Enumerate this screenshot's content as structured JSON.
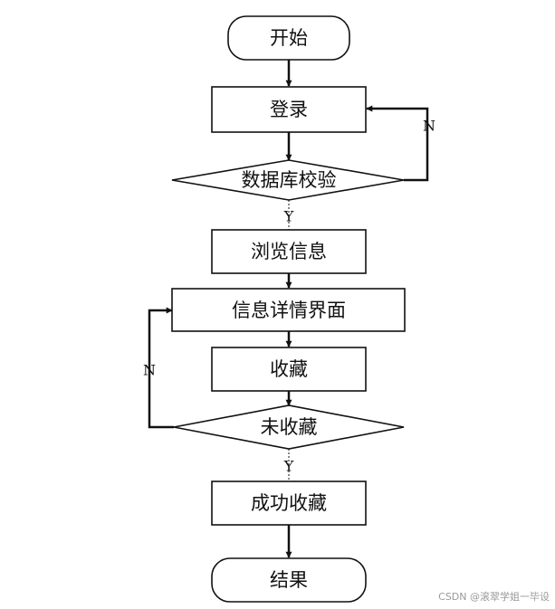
{
  "nodes": {
    "start": "开始",
    "login": "登录",
    "db_check": "数据库校验",
    "browse": "浏览信息",
    "detail": "信息详情界面",
    "collect": "收藏",
    "not_collected": "未收藏",
    "success": "成功收藏",
    "end": "结果"
  },
  "edges": {
    "db_check_no": "N",
    "db_check_yes": "Y",
    "not_collected_no": "N",
    "not_collected_yes": "Y"
  },
  "watermark": "CSDN @滚翠学姐一毕设",
  "colors": {
    "stroke": "#111111",
    "fill": "#ffffff",
    "text": "#111111"
  }
}
